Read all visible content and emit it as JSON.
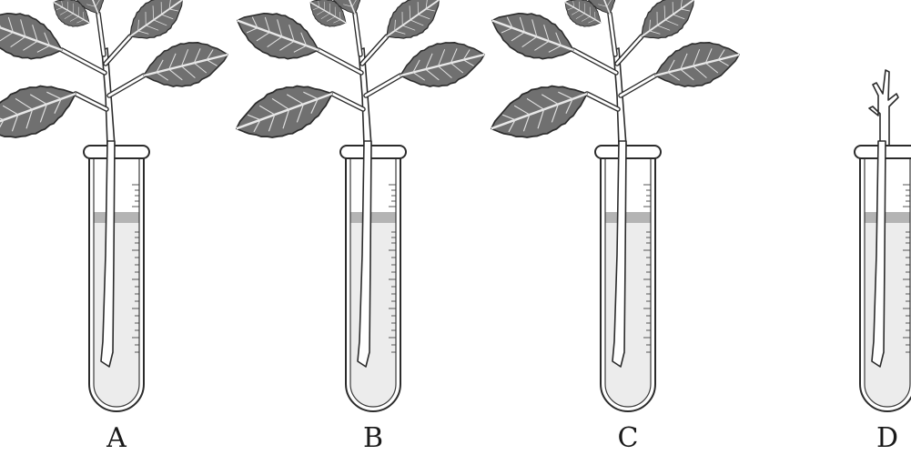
{
  "figure": {
    "labels": [
      "A",
      "B",
      "C",
      "D"
    ],
    "setups": [
      {
        "id": "A",
        "leaves": true
      },
      {
        "id": "B",
        "leaves": true
      },
      {
        "id": "C",
        "leaves": true
      },
      {
        "id": "D",
        "leaves": false
      }
    ]
  }
}
